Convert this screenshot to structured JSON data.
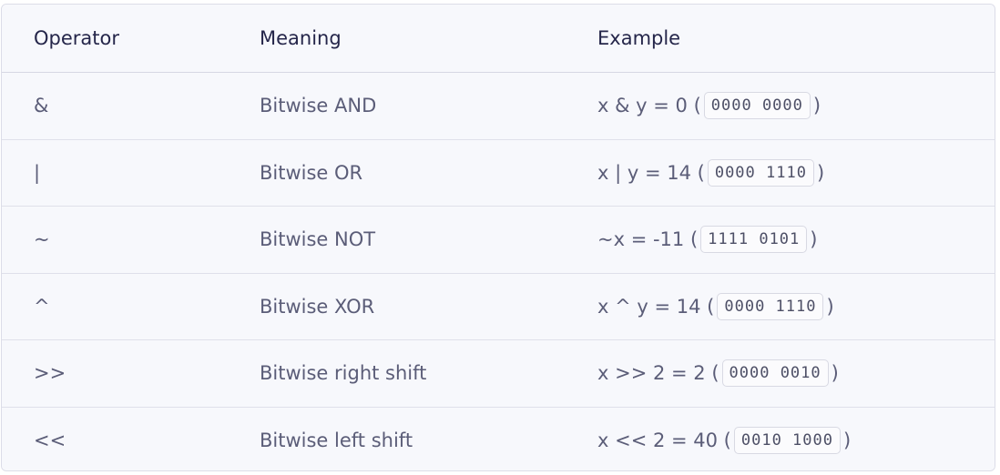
{
  "table": {
    "headers": {
      "operator": "Operator",
      "meaning": "Meaning",
      "example": "Example"
    },
    "rows": [
      {
        "operator": "&",
        "meaning": "Bitwise AND",
        "example_expr": "x & y = 0",
        "example_bits": "0000 0000"
      },
      {
        "operator": "|",
        "meaning": "Bitwise OR",
        "example_expr": "x | y = 14",
        "example_bits": "0000 1110"
      },
      {
        "operator": "~",
        "meaning": "Bitwise NOT",
        "example_expr": "~x = -11",
        "example_bits": "1111 0101"
      },
      {
        "operator": "^",
        "meaning": "Bitwise XOR",
        "example_expr": "x ^ y = 14",
        "example_bits": "0000 1110"
      },
      {
        "operator": ">>",
        "meaning": "Bitwise right shift",
        "example_expr": "x >> 2 = 2",
        "example_bits": "0000 0010"
      },
      {
        "operator": "<<",
        "meaning": "Bitwise left shift",
        "example_expr": "x << 2 = 40",
        "example_bits": "0010 1000"
      }
    ]
  }
}
